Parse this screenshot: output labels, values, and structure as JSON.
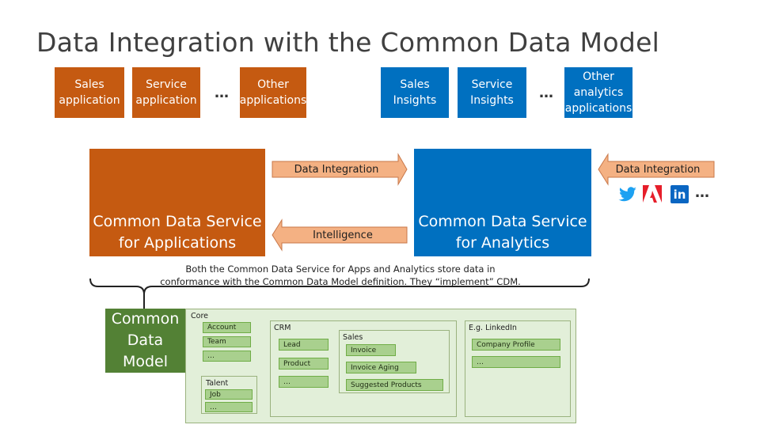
{
  "title": "Data Integration with the Common Data Model",
  "top_apps": {
    "sales": "Sales\napplication",
    "service": "Service\napplication",
    "ellipsis": "…",
    "other": "Other\napplications"
  },
  "top_insights": {
    "sales": "Sales\nInsights",
    "service": "Service\nInsights",
    "ellipsis": "…",
    "other": "Other\nanalytics\napplications"
  },
  "cds_apps": "Common Data Service\nfor Applications",
  "cds_analytics": "Common Data Service\nfor Analytics",
  "arrows": {
    "data_integration": "Data Integration",
    "intelligence": "Intelligence",
    "external_data_integration": "Data Integration"
  },
  "external_sources": {
    "icons": [
      "twitter-icon",
      "adobe-icon",
      "linkedin-icon"
    ],
    "linkedin_text": "in",
    "ellipsis": "…"
  },
  "caption": "Both the Common Data Service for Apps and Analytics store data in\nconformance with the Common Data Model definition. They “implement” CDM.",
  "cdm_label": "Common\nData\nModel",
  "model": {
    "core": {
      "label": "Core",
      "entities": [
        "Account",
        "Team",
        "…"
      ]
    },
    "talent": {
      "label": "Talent",
      "entities": [
        "Job",
        "…"
      ]
    },
    "crm": {
      "label": "CRM",
      "entities": [
        "Lead",
        "Product",
        "…"
      ]
    },
    "sales": {
      "label": "Sales",
      "entities": [
        "Invoice",
        "Invoice Aging",
        "Suggested Products"
      ]
    },
    "linkedin": {
      "label": "E.g. LinkedIn",
      "entities": [
        "Company Profile",
        "…"
      ]
    }
  },
  "colors": {
    "orange": "#c55a11",
    "blue": "#0070c0",
    "arrow": "#f4b183",
    "green_dark": "#538135",
    "green_entity": "#a9d08e",
    "green_panel": "#e2efd9"
  }
}
